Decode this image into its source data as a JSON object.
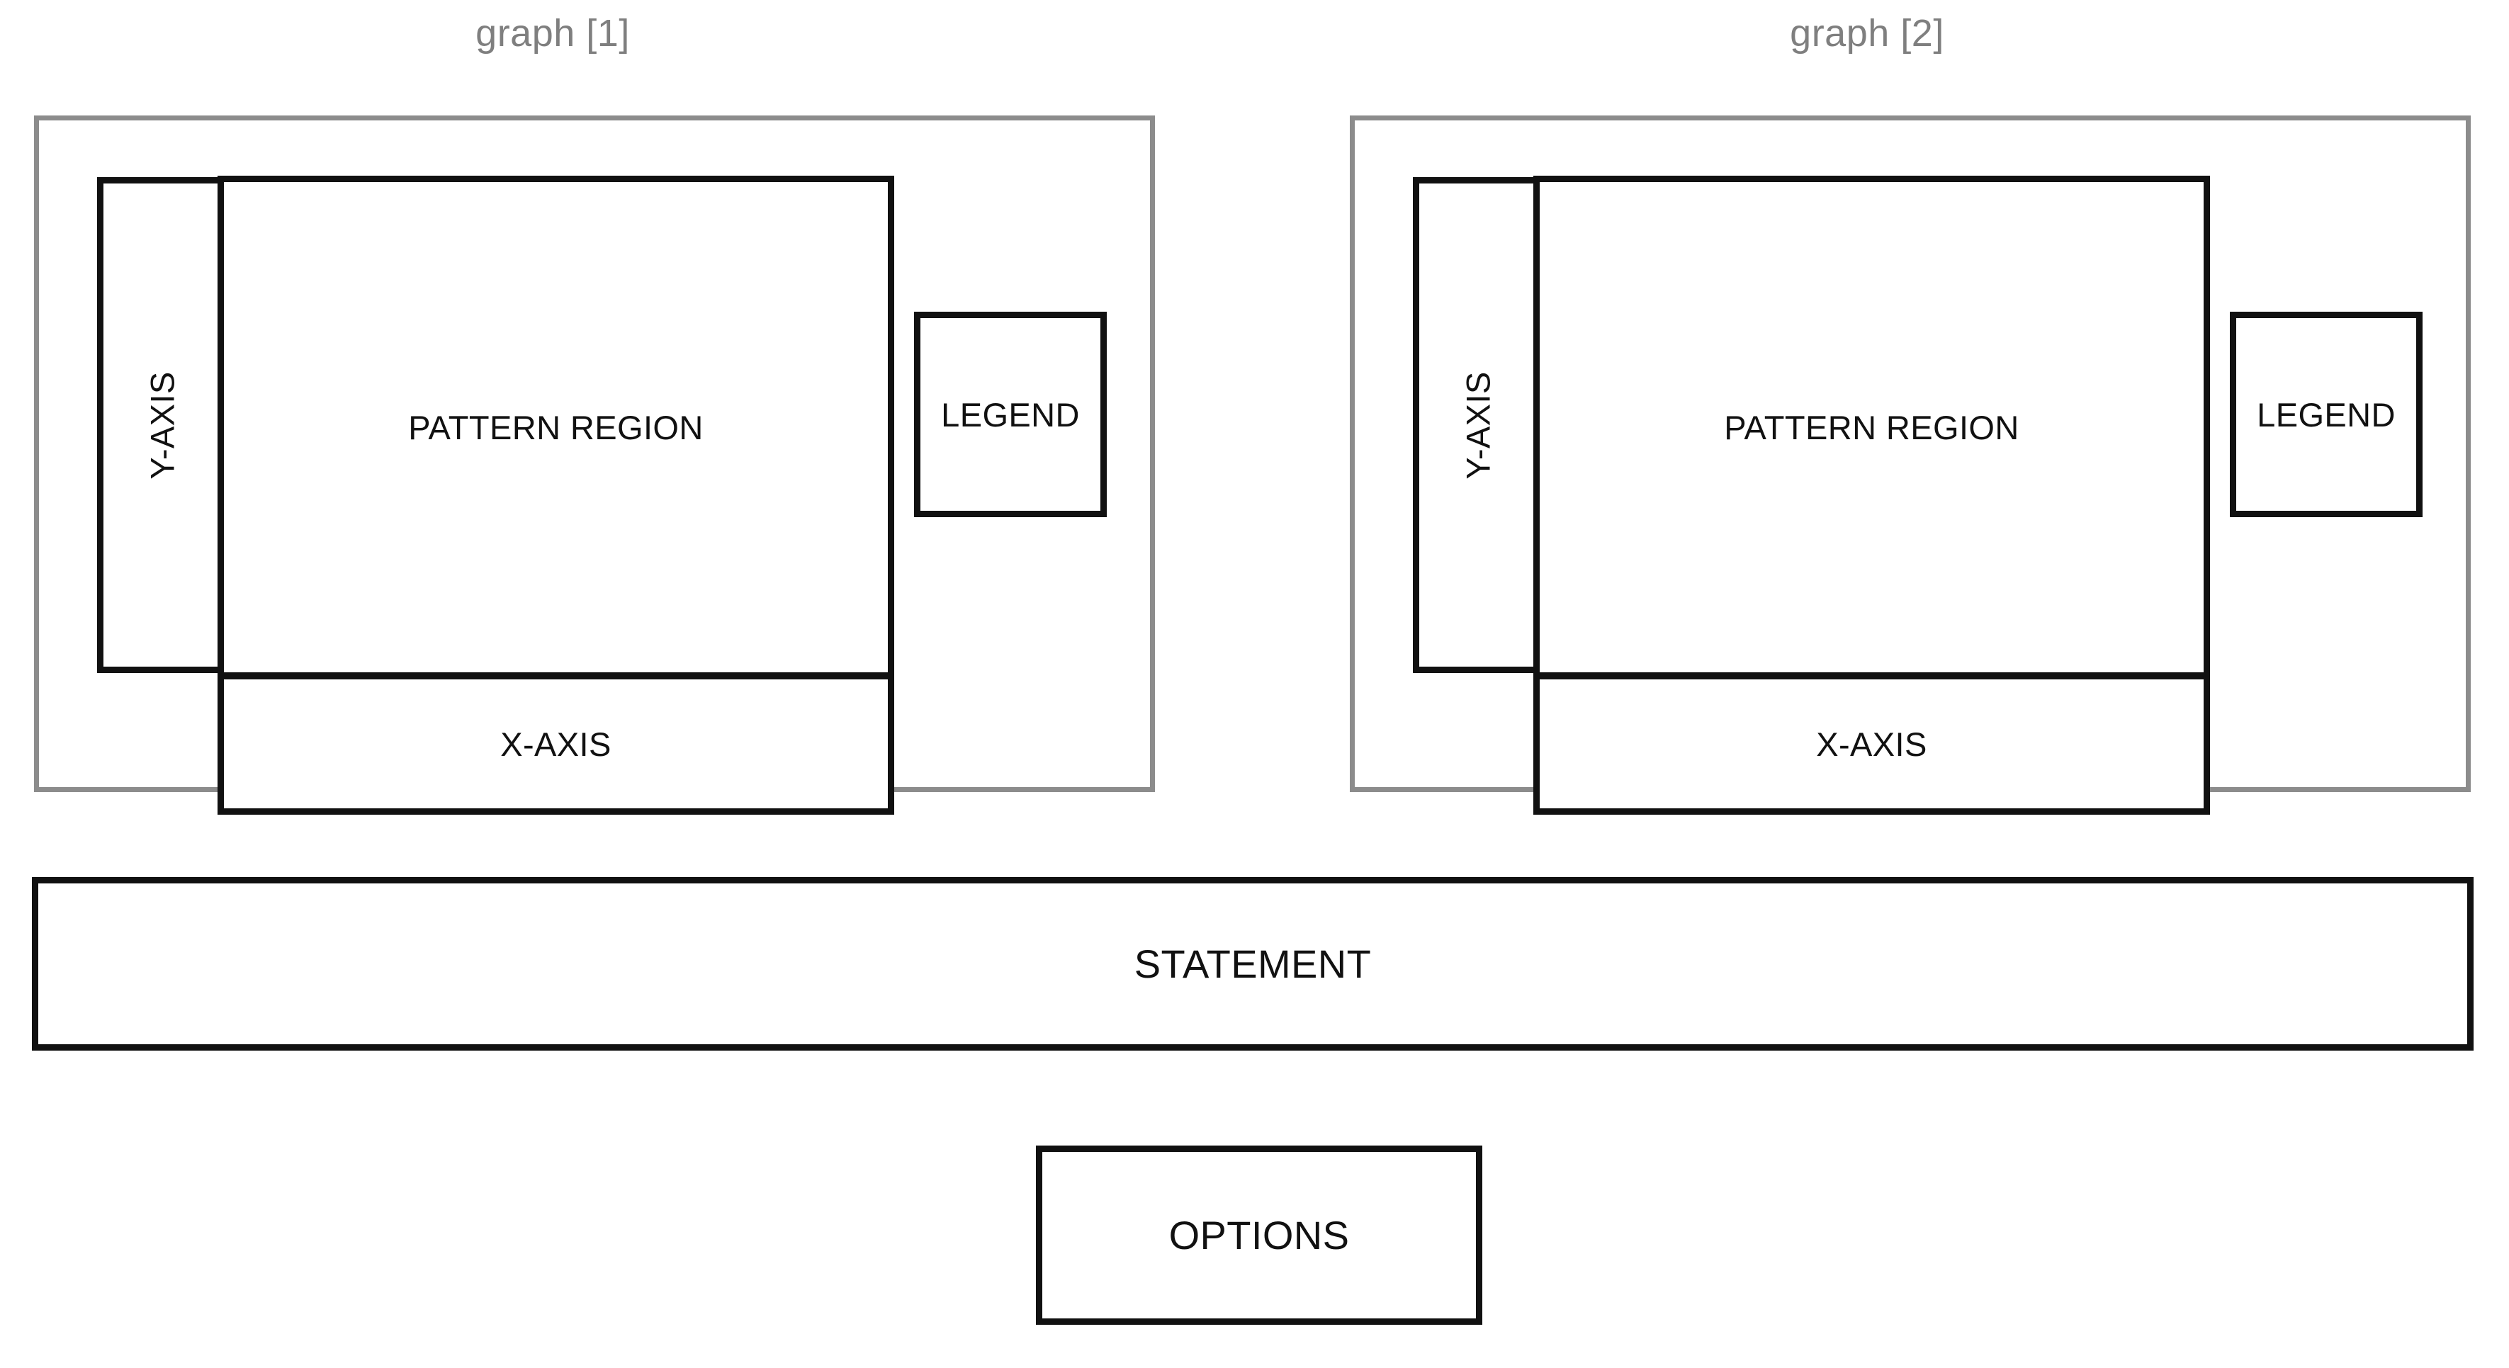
{
  "page": {
    "background": "#ffffff",
    "outline_color": "#111111",
    "panel_border_color": "#8c8c8c",
    "title_color": "#7f7f7f"
  },
  "graphs": [
    {
      "title": "graph [1]",
      "panel_name": "graph-panel-1",
      "y_axis": {
        "label": "Y-AXIS"
      },
      "pattern_region": {
        "label": "PATTERN REGION"
      },
      "x_axis": {
        "label": "X-AXIS"
      },
      "legend": {
        "label": "LEGEND"
      }
    },
    {
      "title": "graph [2]",
      "panel_name": "graph-panel-2",
      "y_axis": {
        "label": "Y-AXIS"
      },
      "pattern_region": {
        "label": "PATTERN REGION"
      },
      "x_axis": {
        "label": "X-AXIS"
      },
      "legend": {
        "label": "LEGEND"
      }
    }
  ],
  "statement": {
    "label": "STATEMENT"
  },
  "options": {
    "label": "OPTIONS"
  }
}
